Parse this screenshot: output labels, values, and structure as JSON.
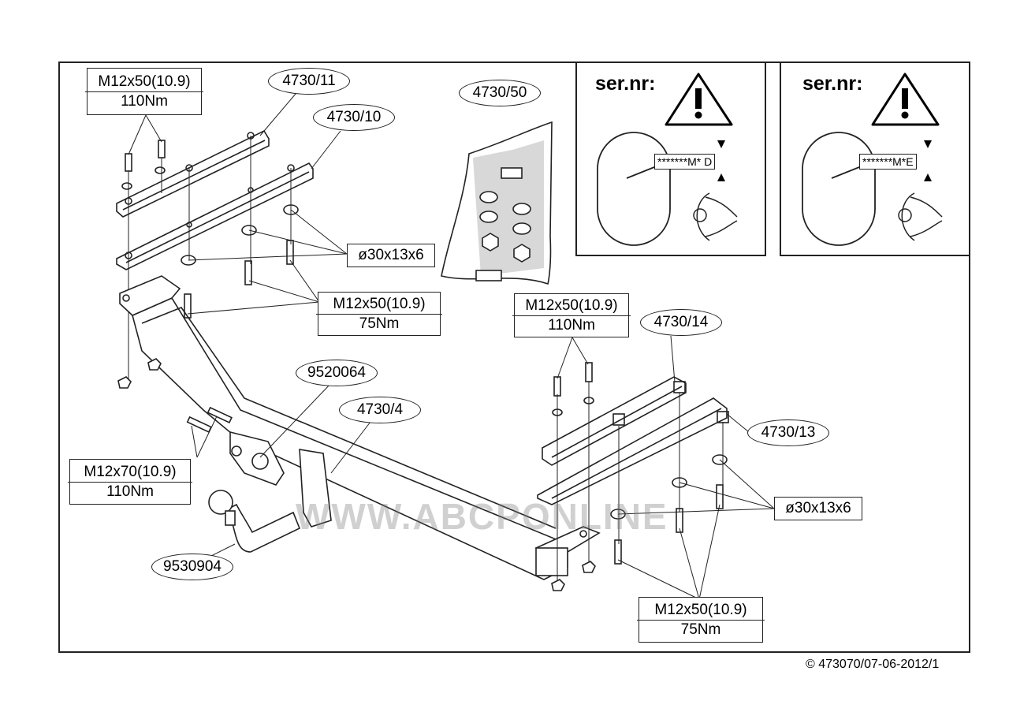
{
  "parts": {
    "p4730_11": "4730/11",
    "p4730_10": "4730/10",
    "p4730_50": "4730/50",
    "p9520064": "9520064",
    "p4730_4": "4730/4",
    "p4730_14": "4730/14",
    "p4730_13": "4730/13",
    "p9530904": "9530904"
  },
  "specs": {
    "top_left": {
      "bolt": "M12x50(10.9)",
      "torque": "110Nm"
    },
    "mid_left": {
      "bolt": "M12x50(10.9)",
      "torque": "75Nm"
    },
    "lower_left": {
      "bolt": "M12x70(10.9)",
      "torque": "110Nm"
    },
    "mid_right": {
      "bolt": "M12x50(10.9)",
      "torque": "110Nm"
    },
    "bottom_right": {
      "bolt": "M12x50(10.9)",
      "torque": "75Nm"
    }
  },
  "washers": {
    "left": "ø30x13x6",
    "right": "ø30x13x6"
  },
  "serial_panels": {
    "left": {
      "title": "ser.nr:",
      "code": "*******M* D"
    },
    "right": {
      "title": "ser.nr:",
      "code": "*******M*E"
    }
  },
  "watermark": "WWW.ABCPONLINE",
  "copyright": "© 473070/07-06-2012/1"
}
